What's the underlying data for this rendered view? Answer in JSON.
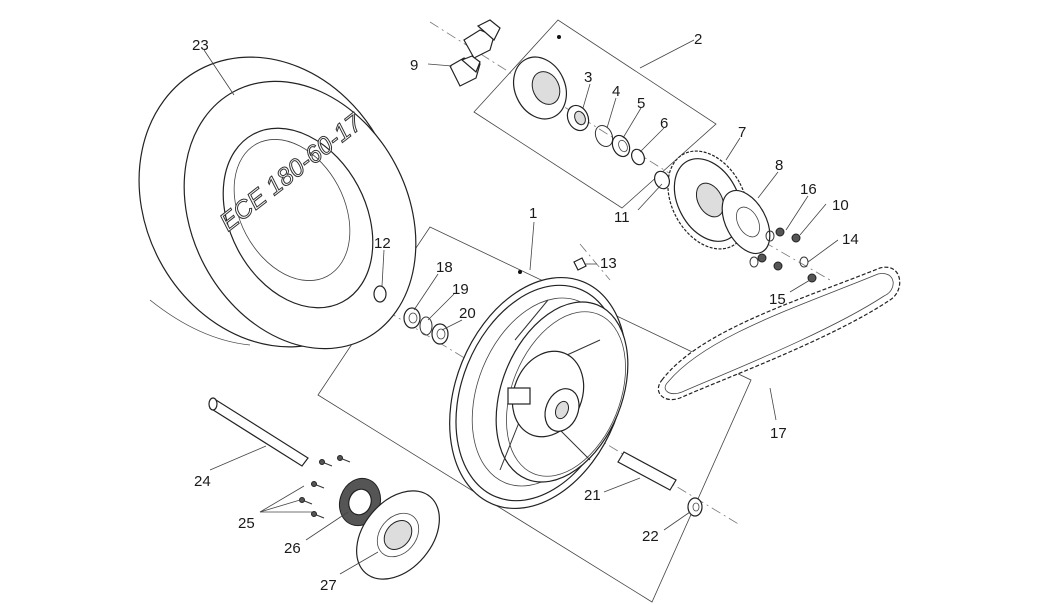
{
  "diagram": {
    "tire_marking": "ECE 180-60-17",
    "callouts": [
      {
        "id": "1",
        "text": "1"
      },
      {
        "id": "2",
        "text": "2"
      },
      {
        "id": "3",
        "text": "3"
      },
      {
        "id": "4",
        "text": "4"
      },
      {
        "id": "5",
        "text": "5"
      },
      {
        "id": "6",
        "text": "6"
      },
      {
        "id": "7",
        "text": "7"
      },
      {
        "id": "8",
        "text": "8"
      },
      {
        "id": "9",
        "text": "9"
      },
      {
        "id": "10",
        "text": "10"
      },
      {
        "id": "11",
        "text": "11"
      },
      {
        "id": "12",
        "text": "12"
      },
      {
        "id": "13",
        "text": "13"
      },
      {
        "id": "14",
        "text": "14"
      },
      {
        "id": "15",
        "text": "15"
      },
      {
        "id": "16",
        "text": "16"
      },
      {
        "id": "17",
        "text": "17"
      },
      {
        "id": "18",
        "text": "18"
      },
      {
        "id": "19",
        "text": "19"
      },
      {
        "id": "20",
        "text": "20"
      },
      {
        "id": "21",
        "text": "21"
      },
      {
        "id": "22",
        "text": "22"
      },
      {
        "id": "23",
        "text": "23"
      },
      {
        "id": "24",
        "text": "24"
      },
      {
        "id": "25",
        "text": "25"
      },
      {
        "id": "26",
        "text": "26"
      },
      {
        "id": "27",
        "text": "27"
      }
    ]
  }
}
